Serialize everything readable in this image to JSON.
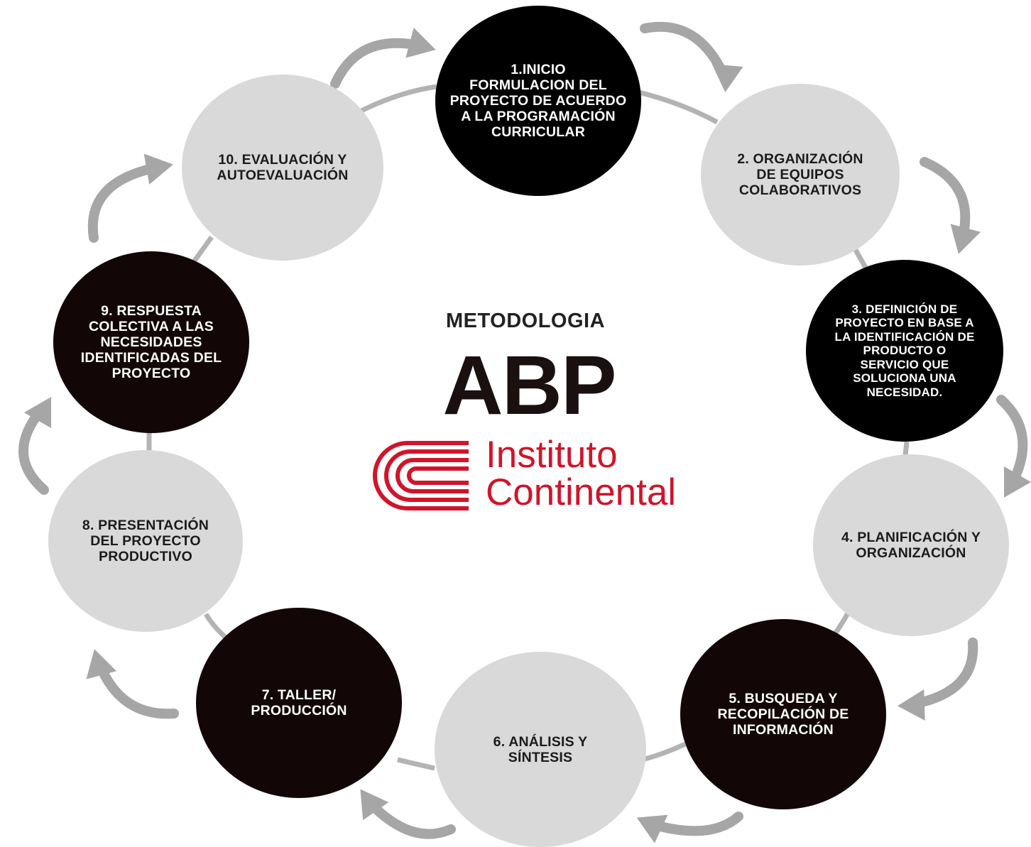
{
  "center": {
    "subtitle": "METODOLOGIA",
    "title": "ABP",
    "logo_line1": "Instituto",
    "logo_line2": "Continental"
  },
  "colors": {
    "light_circle": "#d9d9d9",
    "dark_circle": "#000000",
    "brand_red": "#d0152a",
    "connector": "#b3b3b3",
    "arrow": "#a6a6a6"
  },
  "steps": [
    {
      "lines": [
        "1.INICIO",
        "FORMULACION DEL",
        "PROYECTO DE ACUERDO",
        "A LA PROGRAMACIÓN",
        "CURRICULAR"
      ]
    },
    {
      "lines": [
        "2. ORGANIZACIÓN",
        "DE EQUIPOS",
        "COLABORATIVOS"
      ]
    },
    {
      "lines": [
        "3. DEFINICIÓN DE",
        "PROYECTO EN BASE A",
        "LA IDENTIFICACIÓN DE",
        "PRODUCTO O",
        "SERVICIO QUE",
        "SOLUCIONA UNA",
        "NECESIDAD."
      ]
    },
    {
      "lines": [
        "4. PLANIFICACIÓN Y",
        "ORGANIZACIÓN"
      ]
    },
    {
      "lines": [
        "5. BUSQUEDA Y",
        "RECOPILACIÓN DE",
        "INFORMACIÓN"
      ]
    },
    {
      "lines": [
        "6. ANÁLISIS Y",
        "SÍNTESIS"
      ]
    },
    {
      "lines": [
        "7. TALLER/",
        "PRODUCCIÓN"
      ]
    },
    {
      "lines": [
        "8. PRESENTACIÓN",
        "DEL PROYECTO",
        "PRODUCTIVO"
      ]
    },
    {
      "lines": [
        "9. RESPUESTA",
        "COLECTIVA A LAS",
        "NECESIDADES",
        "IDENTIFICADAS DEL",
        "PROYECTO"
      ]
    },
    {
      "lines": [
        "10. EVALUACIÓN Y",
        "AUTOEVALUACIÓN"
      ]
    }
  ]
}
